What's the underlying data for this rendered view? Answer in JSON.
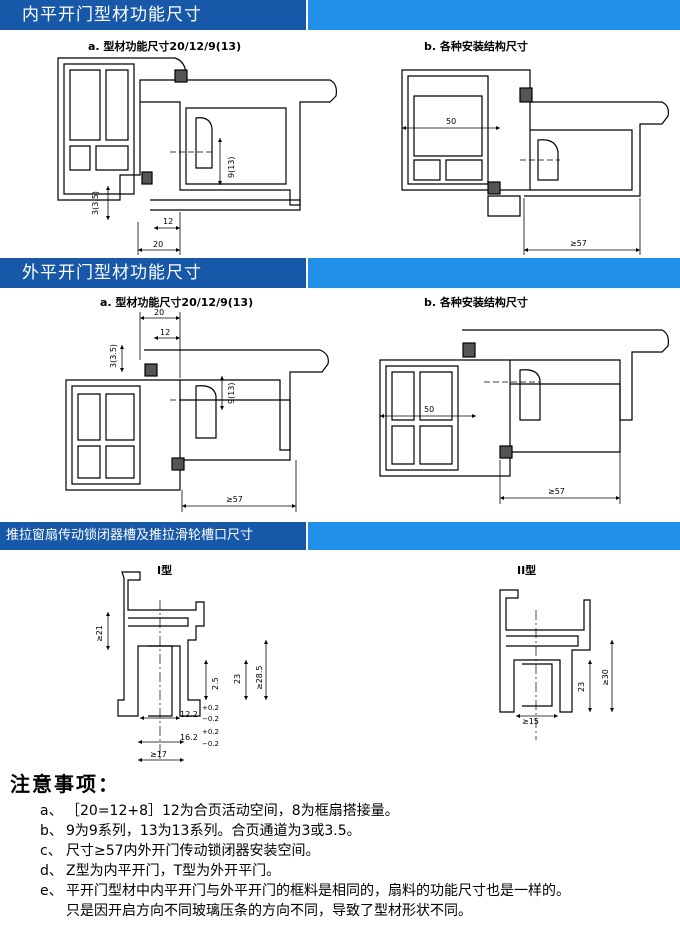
{
  "sections": {
    "inner_title": "内平开门型材功能尺寸",
    "outer_title": "外平开门型材功能尺寸",
    "slide_title": "推拉窗扇传动锁闭器槽及推拉滑轮槽口尺寸"
  },
  "subtitles": {
    "inner_a": "a. 型材功能尺寸20/12/9(13)",
    "inner_b": "b. 各种安装结构尺寸",
    "outer_a": "a. 型材功能尺寸20/12/9(13)",
    "outer_b": "b. 各种安装结构尺寸",
    "type1": "I型",
    "type2": "II型"
  },
  "dims": {
    "d20": "20",
    "d12": "12",
    "d9_13": "9(13)",
    "d3_35": "3(3.5)",
    "d50": "50",
    "d57": "≥57",
    "d21": "≥21",
    "d25": "2.5",
    "d23": "23",
    "d285": "≥28.5",
    "d122": "12.2",
    "d162": "16.2",
    "tol_plus": "+0.2",
    "tol_minus": "−0.2",
    "d17": "≥17",
    "d15": "≥15",
    "d30": "≥30"
  },
  "notes": {
    "heading": "注意事项：",
    "items": [
      {
        "marker": "a、",
        "text": "［20=12+8］12为合页活动空间，8为框扇搭接量。"
      },
      {
        "marker": "b、",
        "text": "9为9系列，13为13系列。合页通道为3或3.5。"
      },
      {
        "marker": "c、",
        "text": "尺寸≥57内外开门传动锁闭器安装空间。"
      },
      {
        "marker": "d、",
        "text": "Z型为内平开门，T型为外开平门。"
      },
      {
        "marker": "e、",
        "text": "平开门型材中内平开门与外平开门的框料是相同的，扇料的功能尺寸也是一样的。"
      },
      {
        "marker": "",
        "text": "只是因开启方向不同玻璃压条的方向不同，导致了型材形状不同。"
      }
    ]
  },
  "colors": {
    "band_dark": "#1758a8",
    "band_light": "#1f8fe8",
    "seal": "#555555",
    "line": "#000000"
  }
}
